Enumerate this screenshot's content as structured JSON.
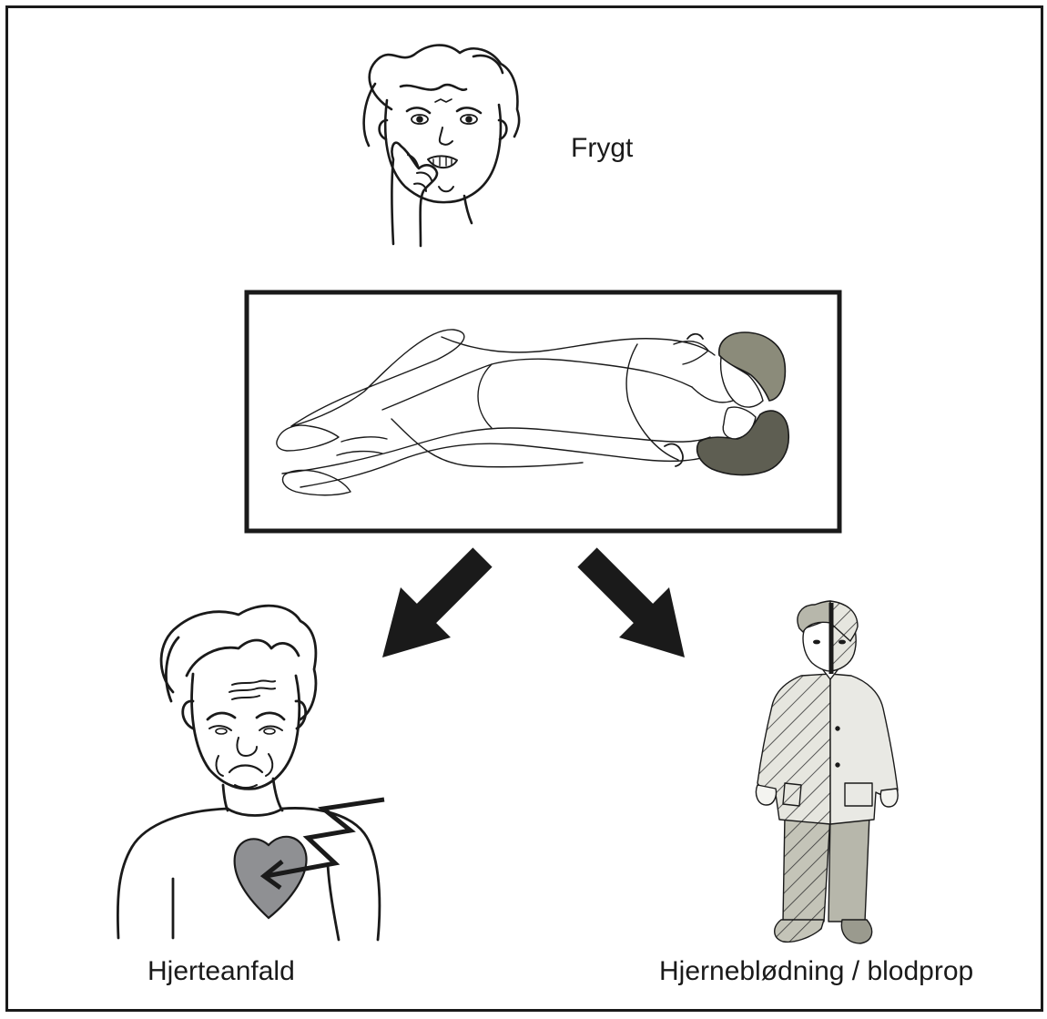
{
  "labels": {
    "fear": "Frygt",
    "heart_attack": "Hjerteanfald",
    "stroke": "Hjerneblødning / blodprop"
  },
  "icons": {
    "top": "fear-face-icon",
    "center": "couple-intimacy-illustration",
    "left": "heart-attack-figure-icon",
    "right": "half-body-stroke-figure-icon",
    "arrows": [
      "arrow-down-left-icon",
      "arrow-down-right-icon"
    ]
  },
  "colors": {
    "ink": "#1a1a1a",
    "heart_fill": "#8f9093",
    "hair_male": "#8b8b7a",
    "hair_female": "#5e5e52",
    "jacket_light": "#e9e9e4",
    "pants": "#b7b7ab"
  }
}
